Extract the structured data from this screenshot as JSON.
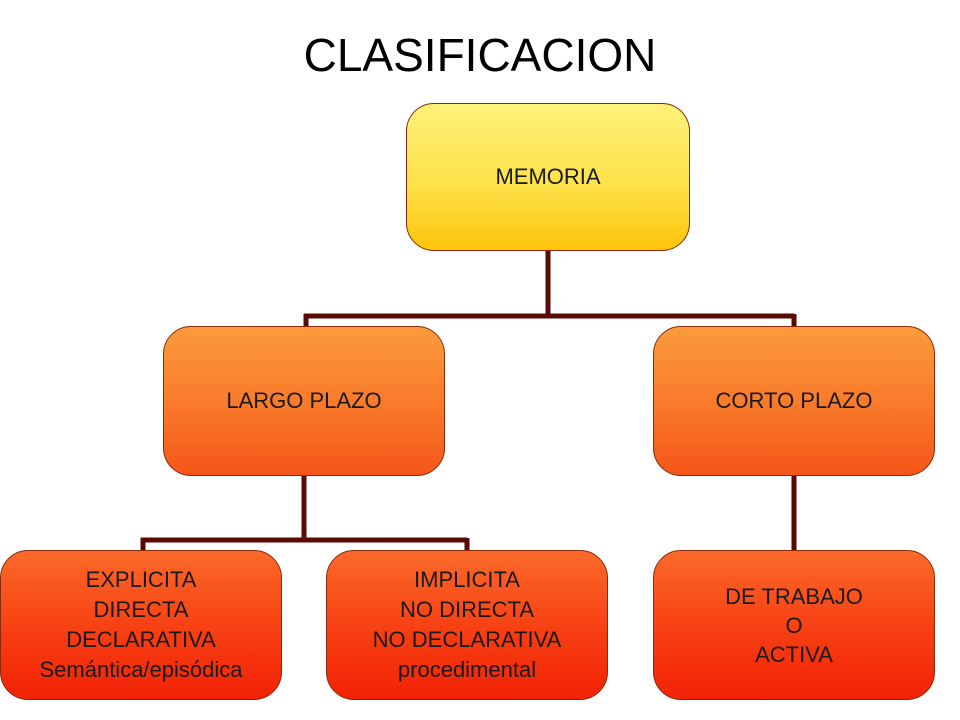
{
  "title": "CLASIFICACION",
  "colors": {
    "connector": "#5a0a06",
    "root_fill": "#fde24a",
    "mid_fill": "#f9782a",
    "leaf_fill": "#f73e12"
  },
  "nodes": {
    "root": {
      "label": "MEMORIA"
    },
    "largo": {
      "label": "LARGO PLAZO"
    },
    "corto": {
      "label": "CORTO PLAZO"
    },
    "explicita": {
      "lines": [
        "EXPLICITA",
        "DIRECTA",
        "DECLARATIVA",
        "Semántica/episódica"
      ]
    },
    "implicita": {
      "lines": [
        "IMPLICITA",
        "NO DIRECTA",
        "NO DECLARATIVA",
        "procedimental"
      ]
    },
    "trabajo": {
      "lines": [
        "DE TRABAJO",
        "O",
        "ACTIVA"
      ]
    }
  }
}
